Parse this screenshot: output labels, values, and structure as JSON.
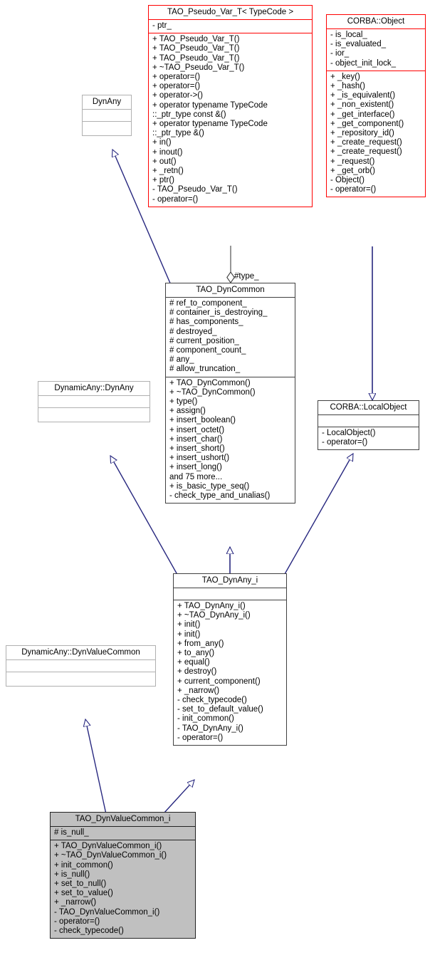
{
  "diagram": {
    "type": "uml-class-inheritance-diagram",
    "title_class": "TAO_DynValueCommon_i",
    "edge_labels": [
      {
        "name": "type-aggregation-label",
        "text": "#type_"
      }
    ]
  },
  "nodes": {
    "tao_pseudo_var_t": {
      "name": "TAO_Pseudo_Var_T< TypeCode >",
      "attributes": [
        "- ptr_"
      ],
      "operations": [
        "+ TAO_Pseudo_Var_T()",
        "+ TAO_Pseudo_Var_T()",
        "+ TAO_Pseudo_Var_T()",
        "+ ~TAO_Pseudo_Var_T()",
        "+ operator=()",
        "+ operator=()",
        "+ operator->()",
        "+ operator typename TypeCode",
        "::_ptr_type const &()",
        "+ operator typename TypeCode",
        "::_ptr_type &()",
        "+ in()",
        "+ inout()",
        "+ out()",
        "+ _retn()",
        "+ ptr()",
        "- TAO_Pseudo_Var_T()",
        "- operator=()"
      ]
    },
    "corba_object": {
      "name": "CORBA::Object",
      "attributes": [
        "- is_local_",
        "- is_evaluated_",
        "- ior_",
        "- object_init_lock_"
      ],
      "operations": [
        "+ _key()",
        "+ _hash()",
        "+ _is_equivalent()",
        "+ _non_existent()",
        "+ _get_interface()",
        "+ _get_component()",
        "+ _repository_id()",
        "+ _create_request()",
        "+ _create_request()",
        "+ _request()",
        "+ _get_orb()",
        "- Object()",
        "- operator=()"
      ]
    },
    "dynany": {
      "name": "DynAny",
      "attributes": [],
      "operations": []
    },
    "tao_dyncommon": {
      "name": "TAO_DynCommon",
      "attributes": [
        "# ref_to_component_",
        "# container_is_destroying_",
        "# has_components_",
        "# destroyed_",
        "# current_position_",
        "# component_count_",
        "# any_",
        "# allow_truncation_"
      ],
      "operations": [
        "+ TAO_DynCommon()",
        "+ ~TAO_DynCommon()",
        "+ type()",
        "+ assign()",
        "+ insert_boolean()",
        "+ insert_octet()",
        "+ insert_char()",
        "+ insert_short()",
        "+ insert_ushort()",
        "+ insert_long()",
        "and 75 more...",
        "+ is_basic_type_seq()",
        "- check_type_and_unalias()"
      ]
    },
    "dynamicany_dynany": {
      "name": "DynamicAny::DynAny",
      "attributes": [],
      "operations": []
    },
    "corba_localobject": {
      "name": "CORBA::LocalObject",
      "attributes": [],
      "operations": [
        "- LocalObject()",
        "- operator=()"
      ]
    },
    "tao_dynany_i": {
      "name": "TAO_DynAny_i",
      "attributes": [],
      "operations": [
        "+ TAO_DynAny_i()",
        "+ ~TAO_DynAny_i()",
        "+ init()",
        "+ init()",
        "+ from_any()",
        "+ to_any()",
        "+ equal()",
        "+ destroy()",
        "+ current_component()",
        "+ _narrow()",
        "- check_typecode()",
        "- set_to_default_value()",
        "- init_common()",
        "- TAO_DynAny_i()",
        "- operator=()"
      ]
    },
    "dynamicany_dynvaluecommon": {
      "name": "DynamicAny::DynValueCommon",
      "attributes": [],
      "operations": []
    },
    "tao_dynvaluecommon_i": {
      "name": "TAO_DynValueCommon_i",
      "attributes": [
        "# is_null_"
      ],
      "operations": [
        "+ TAO_DynValueCommon_i()",
        "+ ~TAO_DynValueCommon_i()",
        "+ init_common()",
        "+ is_null()",
        "+ set_to_null()",
        "+ set_to_value()",
        "+ _narrow()",
        "- TAO_DynValueCommon_i()",
        "- operator=()",
        "- check_typecode()"
      ]
    }
  },
  "colors": {
    "highlight_border": "#ff0000",
    "edge": "#27277f",
    "node_fill_current": "#c0c0c0",
    "node_border": "#404040",
    "node_border_light": "#b0b0b0",
    "background": "#ffffff"
  }
}
